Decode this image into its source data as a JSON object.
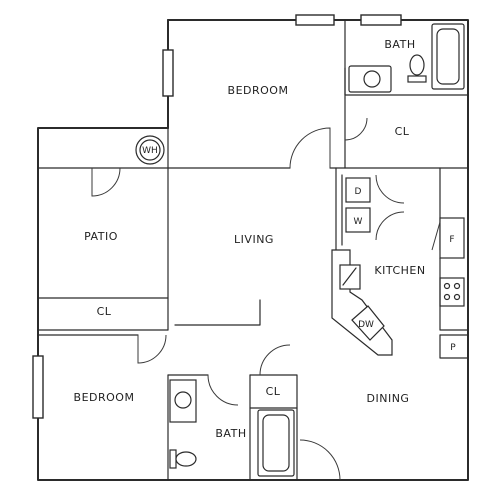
{
  "rooms": {
    "bath_top": "BATH",
    "bedroom_top": "BEDROOM",
    "cl_top": "CL",
    "patio": "PATIO",
    "living": "LIVING",
    "kitchen": "KITCHEN",
    "cl_left": "CL",
    "bedroom_bottom": "BEDROOM",
    "bath_bottom": "BATH",
    "cl_bottom": "CL",
    "dining": "DINING"
  },
  "fixtures": {
    "water_heater": "WH",
    "dryer": "D",
    "washer": "W",
    "fridge": "F",
    "dishwasher": "DW",
    "pantry": "P"
  }
}
